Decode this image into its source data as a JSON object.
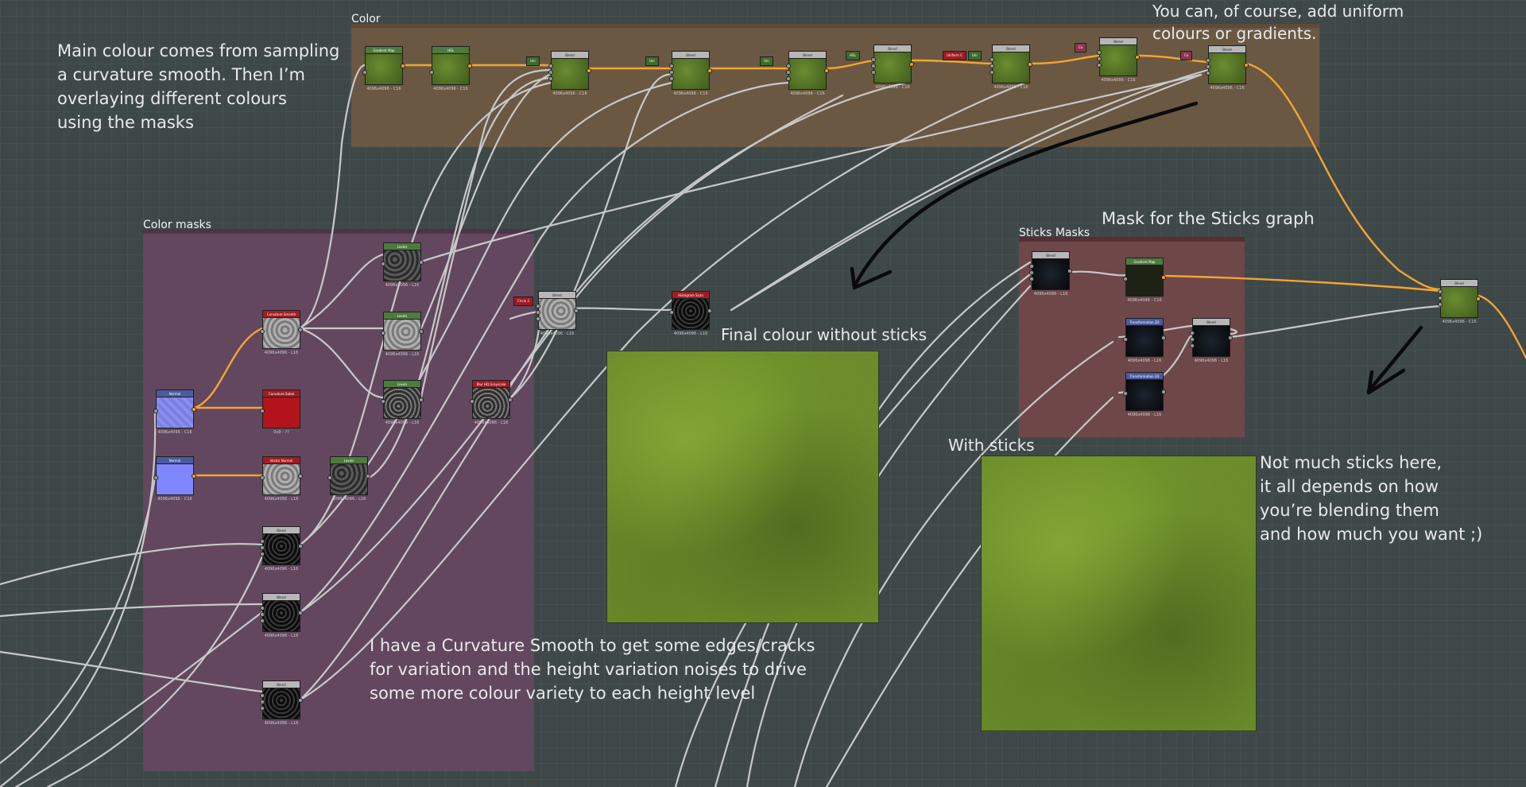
{
  "frames": {
    "color": "Color",
    "color_masks": "Color masks",
    "sticks_masks": "Sticks Masks"
  },
  "annotations": {
    "main_colour": "Main colour comes from sampling\na curvature smooth. Then I’m\noverlaying different colours\nusing the masks",
    "uniform_colours": "You can, of course, add uniform\ncolours or gradients.",
    "sticks_mask": "Mask for the Sticks graph",
    "final_without_sticks": "Final colour without sticks",
    "with_sticks": "With sticks",
    "not_much_sticks": "Not much sticks here,\nit all depends on how\nyou’re blending them\nand how much you want ;)",
    "curvature_note": "I have a Curvature Smooth to get some edges/cracks\nfor variation and the height variation noises to drive\nsome more colour variety to each height level"
  },
  "node_captions": {
    "c16": "4096x4096 - C16",
    "l16": "4096x4096 - L16",
    "unknown": "0x0 - ??"
  },
  "color_nodes": [
    {
      "title": "Gradient Map",
      "caption": "4096x4096 - C16"
    },
    {
      "title": "HSL",
      "caption": "4096x4096 - C16"
    },
    {
      "title": "Blend",
      "caption": "4096x4096 - C16"
    },
    {
      "title": "Blend",
      "caption": "4096x4096 - C16"
    },
    {
      "title": "Blend",
      "caption": "4096x4096 - C16"
    },
    {
      "title": "Blend",
      "caption": "4096x4096 - C16"
    },
    {
      "title": "Blend",
      "caption": "4096x4096 - C16"
    },
    {
      "title": "Blend",
      "caption": "4096x4096 - C16"
    },
    {
      "title": "Blend",
      "caption": "4096x4096 - C16"
    }
  ],
  "color_params": [
    "Uni",
    "Uni",
    "Uni",
    "HSL",
    "Uniform C",
    "Uni",
    "Co",
    "Co"
  ],
  "mask_nodes": {
    "levels": "Levels",
    "curvature_smooth": "Curvature Smooth",
    "curvature_sobel": "Curvature Sobel",
    "normal_in": "Normal",
    "normal_in2": "Normal",
    "vector_normal": "Vector Normal",
    "blur_hq": "Blur HQ Grayscale",
    "blend": "Blend",
    "histogram_scan": "Histogram Scan",
    "circle_param": "Circle 2"
  },
  "sticks_nodes": {
    "blend": "Blend",
    "gradient_map": "Gradient Map",
    "transformation": "Transformation 2D"
  },
  "final_node": "Blend",
  "colors": {
    "wire": "#c8c8c8",
    "wire_color": "#f2a531",
    "frame_color": "#6b5843",
    "frame_masks": "#63475f",
    "frame_sticks": "#6e4749",
    "arrow": "#0a0a0a"
  }
}
